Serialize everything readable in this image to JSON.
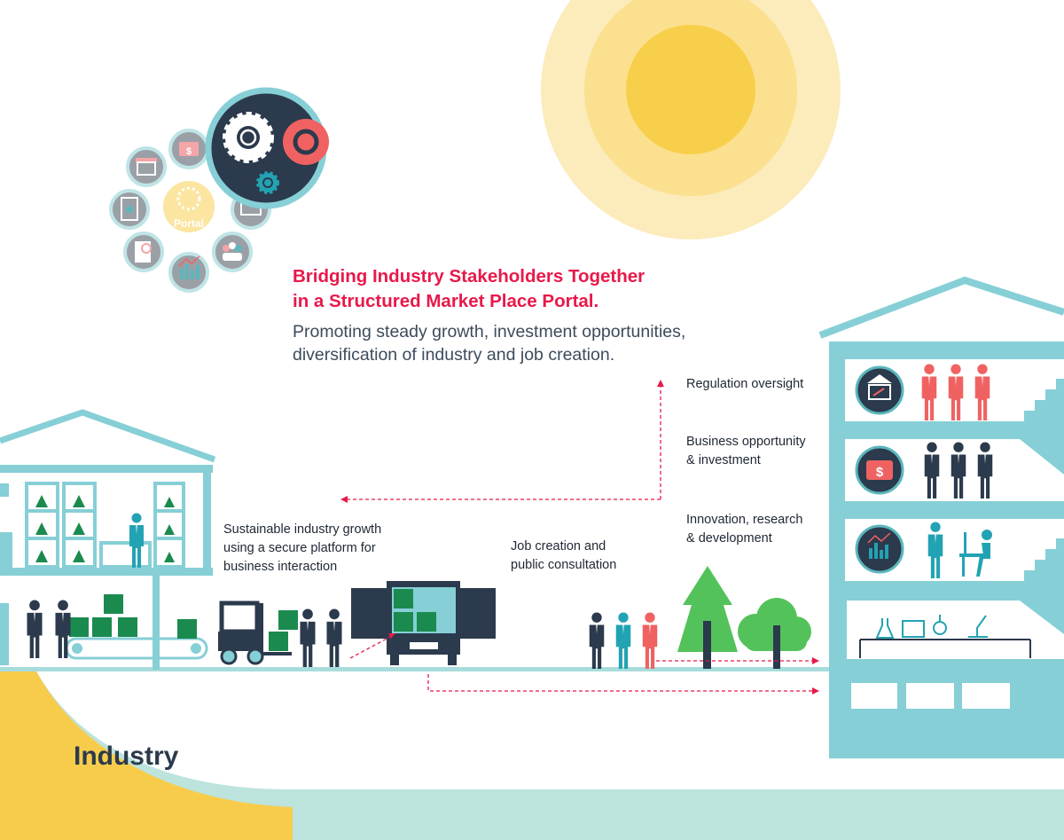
{
  "header": {
    "title_line1": "Bridging Industry Stakeholders Together",
    "title_line2": "in a Structured Market Place Portal.",
    "subtitle_line1": "Promoting steady growth, investment opportunities,",
    "subtitle_line2": "diversification of industry and job creation."
  },
  "portal": {
    "label": "Portal",
    "icons": [
      "money-briefcase-icon",
      "shop-icon",
      "certificate-clipboard-icon",
      "gavel-screen-icon",
      "search-document-icon",
      "growth-chart-icon",
      "people-group-icon",
      "gears-icon"
    ]
  },
  "labels": {
    "regulation": "Regulation oversight",
    "business_1": "Business opportunity",
    "business_2": "& investment",
    "innovation_1": "Innovation, research",
    "innovation_2": "& development",
    "jobs_1": "Job creation and",
    "jobs_2": "public consultation",
    "sustainable_1": "Sustainable industry growth",
    "sustainable_2": "using a secure platform for",
    "sustainable_3": "business interaction"
  },
  "footer": {
    "industry": "Industry"
  },
  "colors": {
    "teal": "#86cfd6",
    "navy": "#2b3a4c",
    "red_title": "#e8194a",
    "coral": "#f06262",
    "green": "#1b8a4e",
    "yellow": "#f8cc4b",
    "ground": "#bde3dd"
  }
}
